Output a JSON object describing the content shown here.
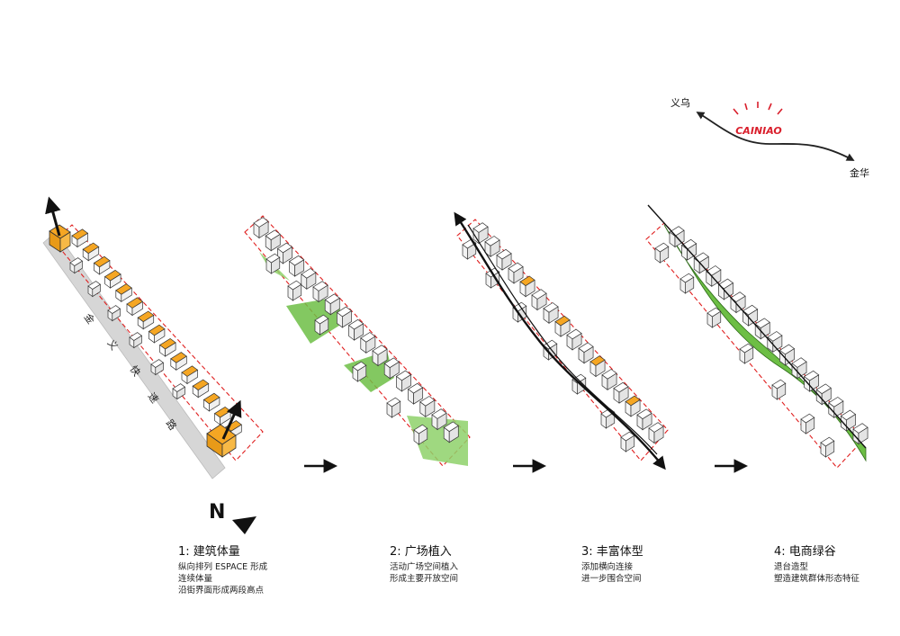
{
  "compass": {
    "logo": "CAINIAO",
    "city_left": "义乌",
    "city_right": "金华"
  },
  "road": {
    "chars": [
      "金",
      "义",
      "快",
      "速",
      "路"
    ]
  },
  "north_label": "N",
  "steps": [
    {
      "title": "1: 建筑体量",
      "desc": [
        "纵向排列 ESPACE 形成",
        "连续体量",
        "沿街界面形成两段高点"
      ]
    },
    {
      "title": "2: 广场植入",
      "desc": [
        "活动广场空间植入",
        "形成主要开放空间"
      ]
    },
    {
      "title": "3: 丰富体型",
      "desc": [
        "添加横向连接",
        "进一步围合空间"
      ]
    },
    {
      "title": "4: 电商绿谷",
      "desc": [
        "退台造型",
        "塑造建筑群体形态特征"
      ]
    }
  ],
  "colors": {
    "accent": "#F5A623",
    "green": "#6DBE45",
    "red_dash": "#E02020",
    "logo_red": "#D91E2B"
  }
}
